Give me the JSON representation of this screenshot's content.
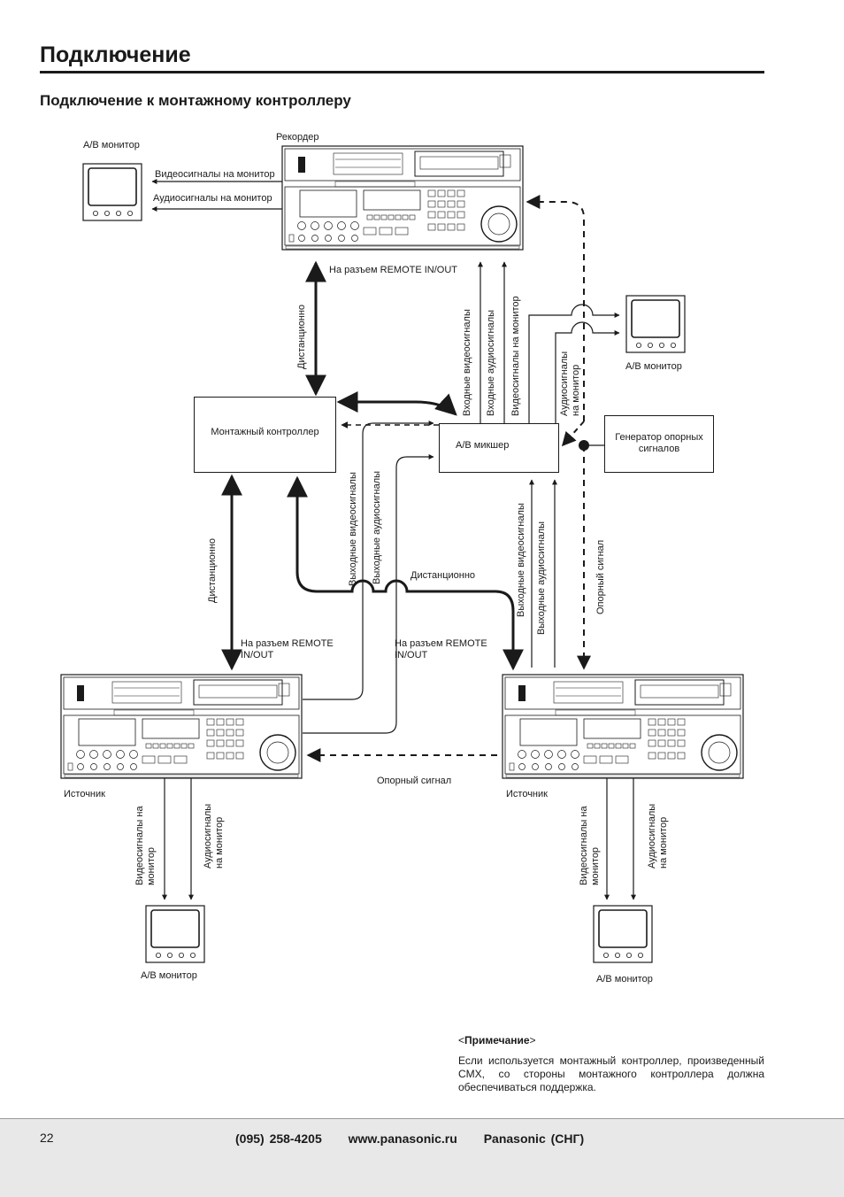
{
  "page": {
    "title": "Подключение",
    "subtitle": "Подключение к монтажному контроллеру",
    "page_number": "22"
  },
  "diagram": {
    "recorder_label": "Рекордер",
    "monitor_label": "А/В монитор",
    "video_to_monitor": "Видеосигналы на монитор",
    "audio_to_monitor": "Аудиосигналы на монитор",
    "remote_in_out": "На разъем REMOTE IN/OUT",
    "remote_in_out_multiline": "На разъем REMOTE\nIN/OUT",
    "remote": "Дистанционно",
    "edit_controller": "Монтажный контроллер",
    "av_mixer": "А/В микшер",
    "ref_generator": "Генератор опорных\nсигналов",
    "input_video": "Входные видеосигналы",
    "input_audio": "Входные аудиосигналы",
    "video_to_monitor_v": "Видеосигналы на монитор",
    "audio_to_monitor_v": "Аудиосигналы\nна монитор",
    "output_video": "Выходные видеосигналы",
    "output_audio": "Выходные аудиосигналы",
    "ref_signal": "Опорный сигнал",
    "source_label": "Источник",
    "video_to_monitor_v2": "Видеосигналы на\nмонитор",
    "audio_to_monitor_v2": "Аудиосигналы\nна монитор"
  },
  "note": {
    "title": "Примечание",
    "text": "Если используется монтажный контроллер, произведенный CMX, со стороны монтажного контроллера должна обеспечиваться поддержка."
  },
  "footer": {
    "phone": "(095) 258-4205",
    "website": "www.panasonic.ru",
    "company": "Panasonic (СНГ)"
  }
}
